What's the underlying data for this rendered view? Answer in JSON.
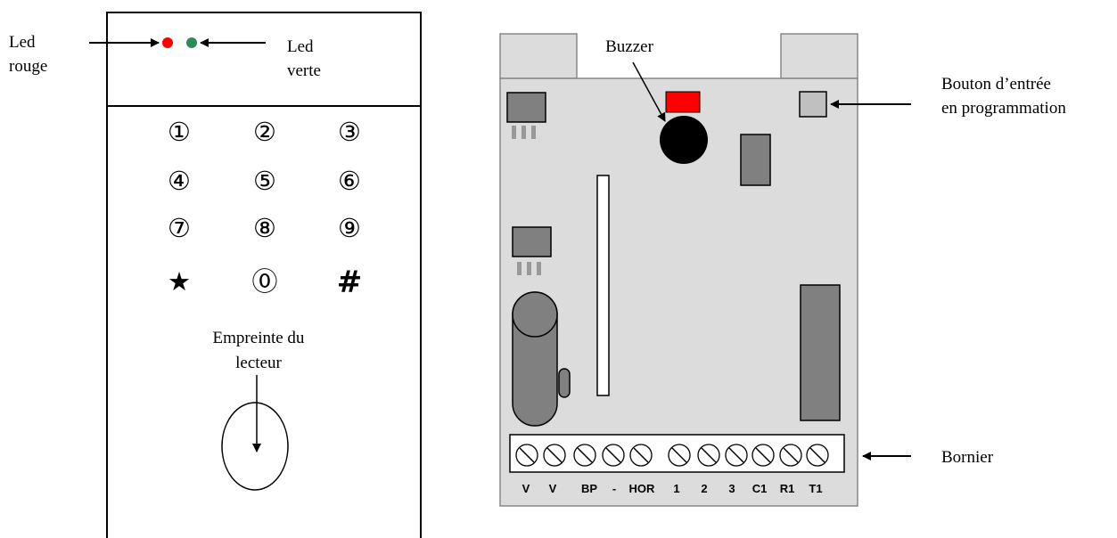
{
  "labels": {
    "led_red_line1": "Led",
    "led_red_line2": "rouge",
    "led_green_line1": "Led",
    "led_green_line2": "verte",
    "fingerprint_line1": "Empreinte du",
    "fingerprint_line2": "lecteur",
    "buzzer": "Buzzer",
    "prog_button_line1": "Bouton d’entrée",
    "prog_button_line2": "en programmation",
    "terminal_block": "Bornier"
  },
  "keypad": {
    "keys": [
      "①",
      "②",
      "③",
      "④",
      "⑤",
      "⑥",
      "⑦",
      "⑧",
      "⑨",
      "★",
      "⓪",
      "#"
    ]
  },
  "terminals": {
    "labels": [
      "V",
      "V",
      "BP",
      "-",
      "HOR",
      "1",
      "2",
      "3",
      "C1",
      "R1",
      "T1"
    ]
  },
  "colors": {
    "led_red": "#ff0000",
    "led_green": "#2e8b57",
    "board": "#dcdcdc",
    "component": "#808080",
    "buzzer": "#000000",
    "buzzer_led": "#ff0000"
  }
}
